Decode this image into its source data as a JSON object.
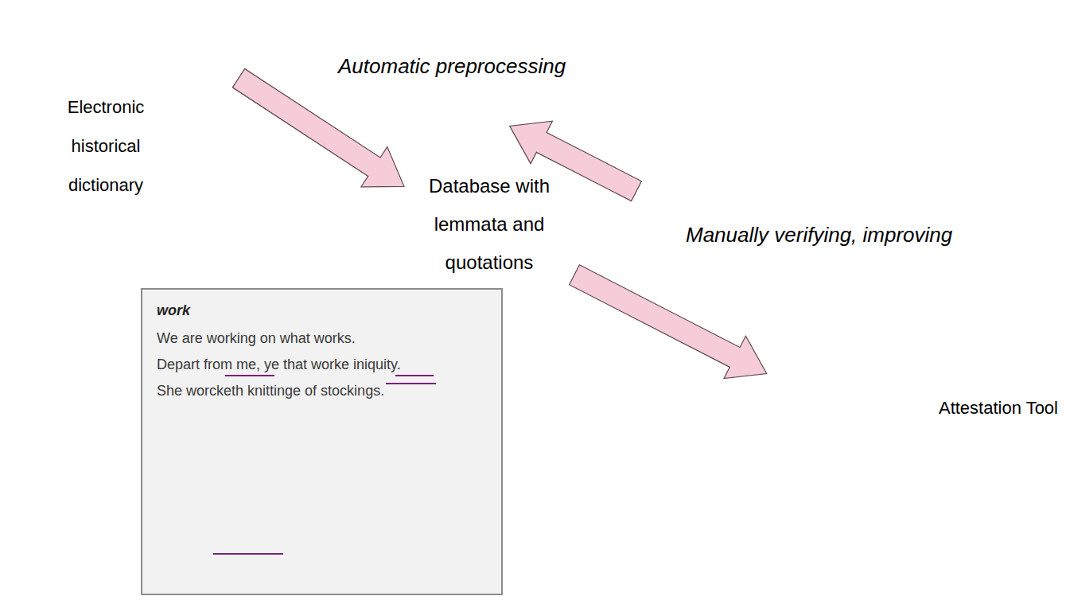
{
  "diagram": {
    "nodes": [
      {
        "text": [
          "Electronic historical dictionary"
        ]
      },
      {
        "text": [
          "Database with lemmata and quotations"
        ]
      },
      {
        "text": [
          "work",
          "We are working on what works.",
          "Depart from me, ye that worke iniquity.",
          "She worcketh knittinge of stockings."
        ]
      },
      {
        "text": [
          "Attestation Tool"
        ]
      }
    ],
    "edges": [
      {
        "from": 0,
        "to": 1,
        "arrow": "to"
      },
      {
        "from": 1,
        "to": 3,
        "arrow": "to"
      },
      {
        "from": 3,
        "to": 1,
        "arrow": "to"
      }
    ],
    "labels": [
      "Automatic preprocessing",
      "Manually verifying, improving"
    ]
  }
}
